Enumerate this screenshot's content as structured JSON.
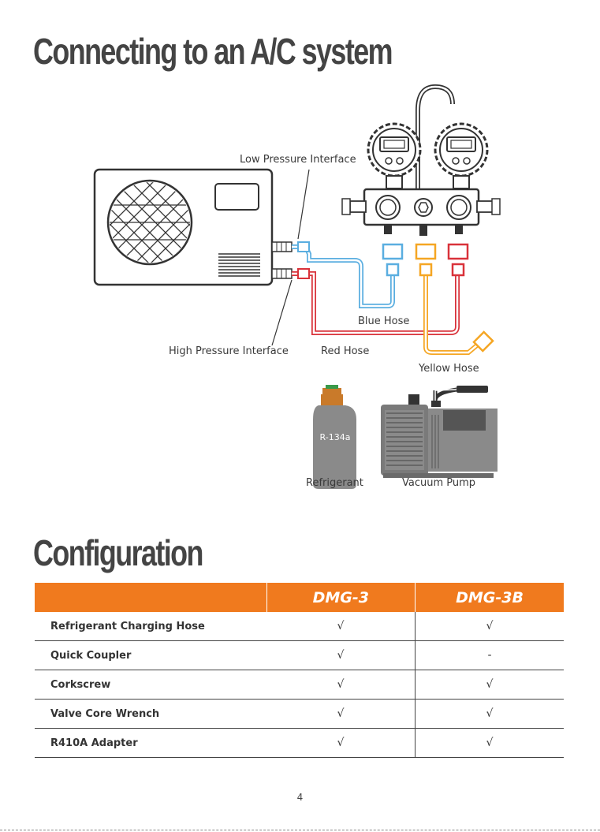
{
  "connect_section": {
    "title": "Connecting to an A/C system"
  },
  "diagram": {
    "labels": {
      "low_pressure": "Low Pressure Interface",
      "high_pressure": "High Pressure Interface",
      "blue_hose": "Blue Hose",
      "red_hose": "Red Hose",
      "yellow_hose": "Yellow Hose",
      "refrigerant": "Refrigerant",
      "vacuum_pump": "Vacuum Pump",
      "can_label": "R-134a"
    },
    "colors": {
      "blue_hose": "#5aaee0",
      "red_hose": "#d9323a",
      "yellow_hose": "#f5a623",
      "refrigerant_can": "#8a8a8a",
      "can_valve": "#c97a2a",
      "outline": "#333333"
    },
    "icons": [
      "ac-outdoor-unit",
      "manifold-gauge",
      "refrigerant-can",
      "vacuum-pump"
    ]
  },
  "config_section": {
    "title": "Configuration",
    "table": {
      "headers": [
        "",
        "DMG-3",
        "DMG-3B"
      ],
      "rows": [
        {
          "feature": "Refrigerant Charging Hose",
          "dmg3": "√",
          "dmg3b": "√"
        },
        {
          "feature": "Quick Coupler",
          "dmg3": "√",
          "dmg3b": "-"
        },
        {
          "feature": "Corkscrew",
          "dmg3": "√",
          "dmg3b": "√"
        },
        {
          "feature": "Valve Core Wrench",
          "dmg3": "√",
          "dmg3b": "√"
        },
        {
          "feature": "R410A Adapter",
          "dmg3": "√",
          "dmg3b": "√"
        }
      ],
      "header_color": "#f07a1e"
    }
  },
  "page": {
    "number": "4"
  }
}
